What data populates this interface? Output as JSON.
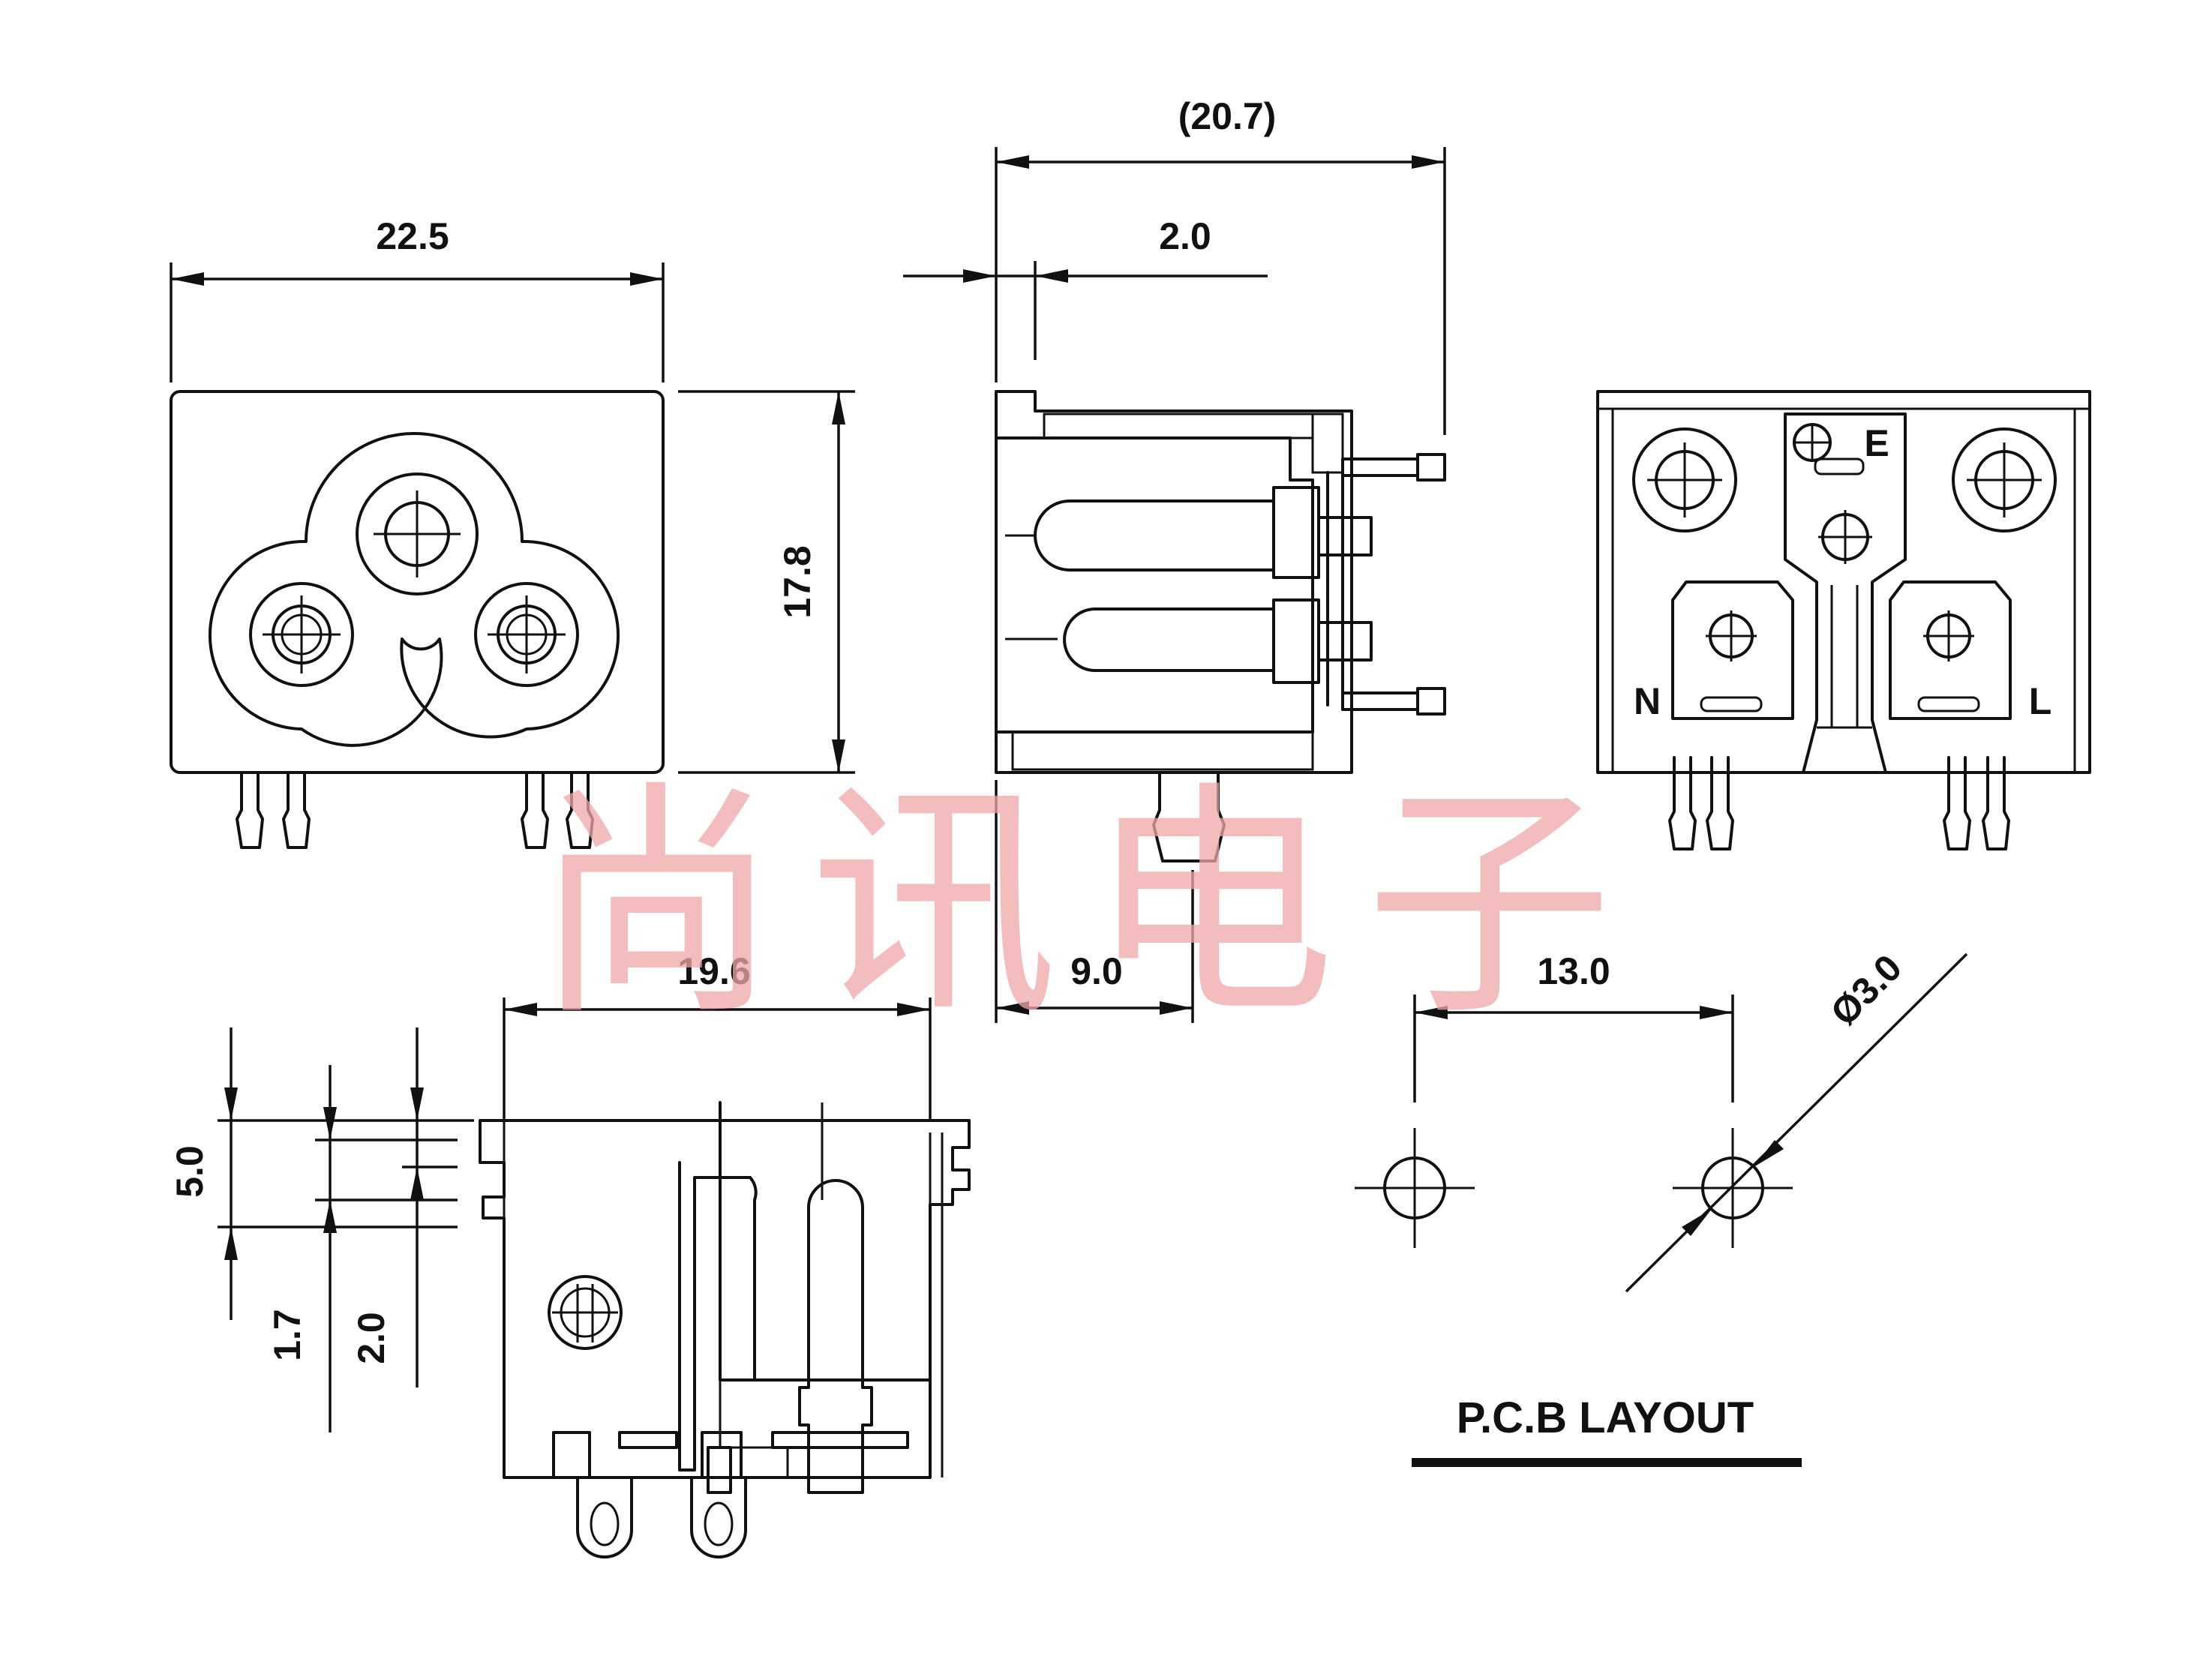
{
  "dimensions": {
    "front_width": "22.5",
    "front_height": "17.8",
    "side_depth": "(20.7)",
    "side_flange": "2.0",
    "side_pin_offset": "9.0",
    "bottom_width": "19.6",
    "bottom_height": "5.0",
    "bottom_offset_a": "1.7",
    "bottom_offset_b": "2.0",
    "pcb_pitch": "13.0",
    "pcb_hole_diameter": "Ø3.0"
  },
  "terminals": {
    "neutral": "N",
    "earth": "E",
    "line": "L"
  },
  "pcb_layout_title": "P.C.B LAYOUT",
  "watermark": "尚讯电子",
  "colors": {
    "line": "#111111",
    "watermark": "#f0a8a8",
    "background": "#ffffff"
  }
}
